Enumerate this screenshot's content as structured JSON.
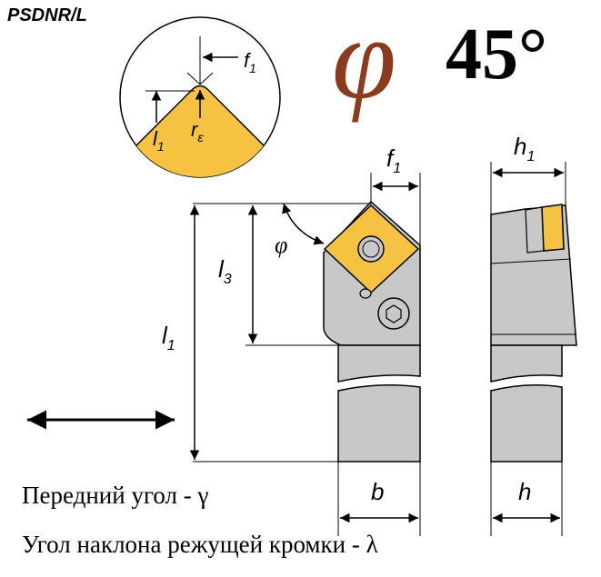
{
  "code": "PSDNR/L",
  "angle": {
    "symbol": "φ",
    "value": "45°",
    "symbol_color": "#8B3A1C"
  },
  "detail_circle": {
    "labels": {
      "f1_main": "f",
      "f1_sub": "1",
      "l1_main": "l",
      "l1_sub": "1",
      "r_main": "r",
      "r_sub": "ε"
    },
    "insert_color": "#F5C242"
  },
  "main_view": {
    "labels": {
      "f1_main": "f",
      "f1_sub": "1",
      "phi": "φ",
      "l3_main": "l",
      "l3_sub": "3",
      "l1_main": "l",
      "l1_sub": "1",
      "b": "b"
    }
  },
  "side_view": {
    "labels": {
      "h1_main": "h",
      "h1_sub": "1",
      "h": "h"
    }
  },
  "notes": {
    "rake": "Передний угол - γ",
    "inclination": "Угол наклона режущей кромки - λ"
  },
  "colors": {
    "body": "#C8C8C8",
    "outline": "#000000",
    "insert": "#F5C242"
  }
}
